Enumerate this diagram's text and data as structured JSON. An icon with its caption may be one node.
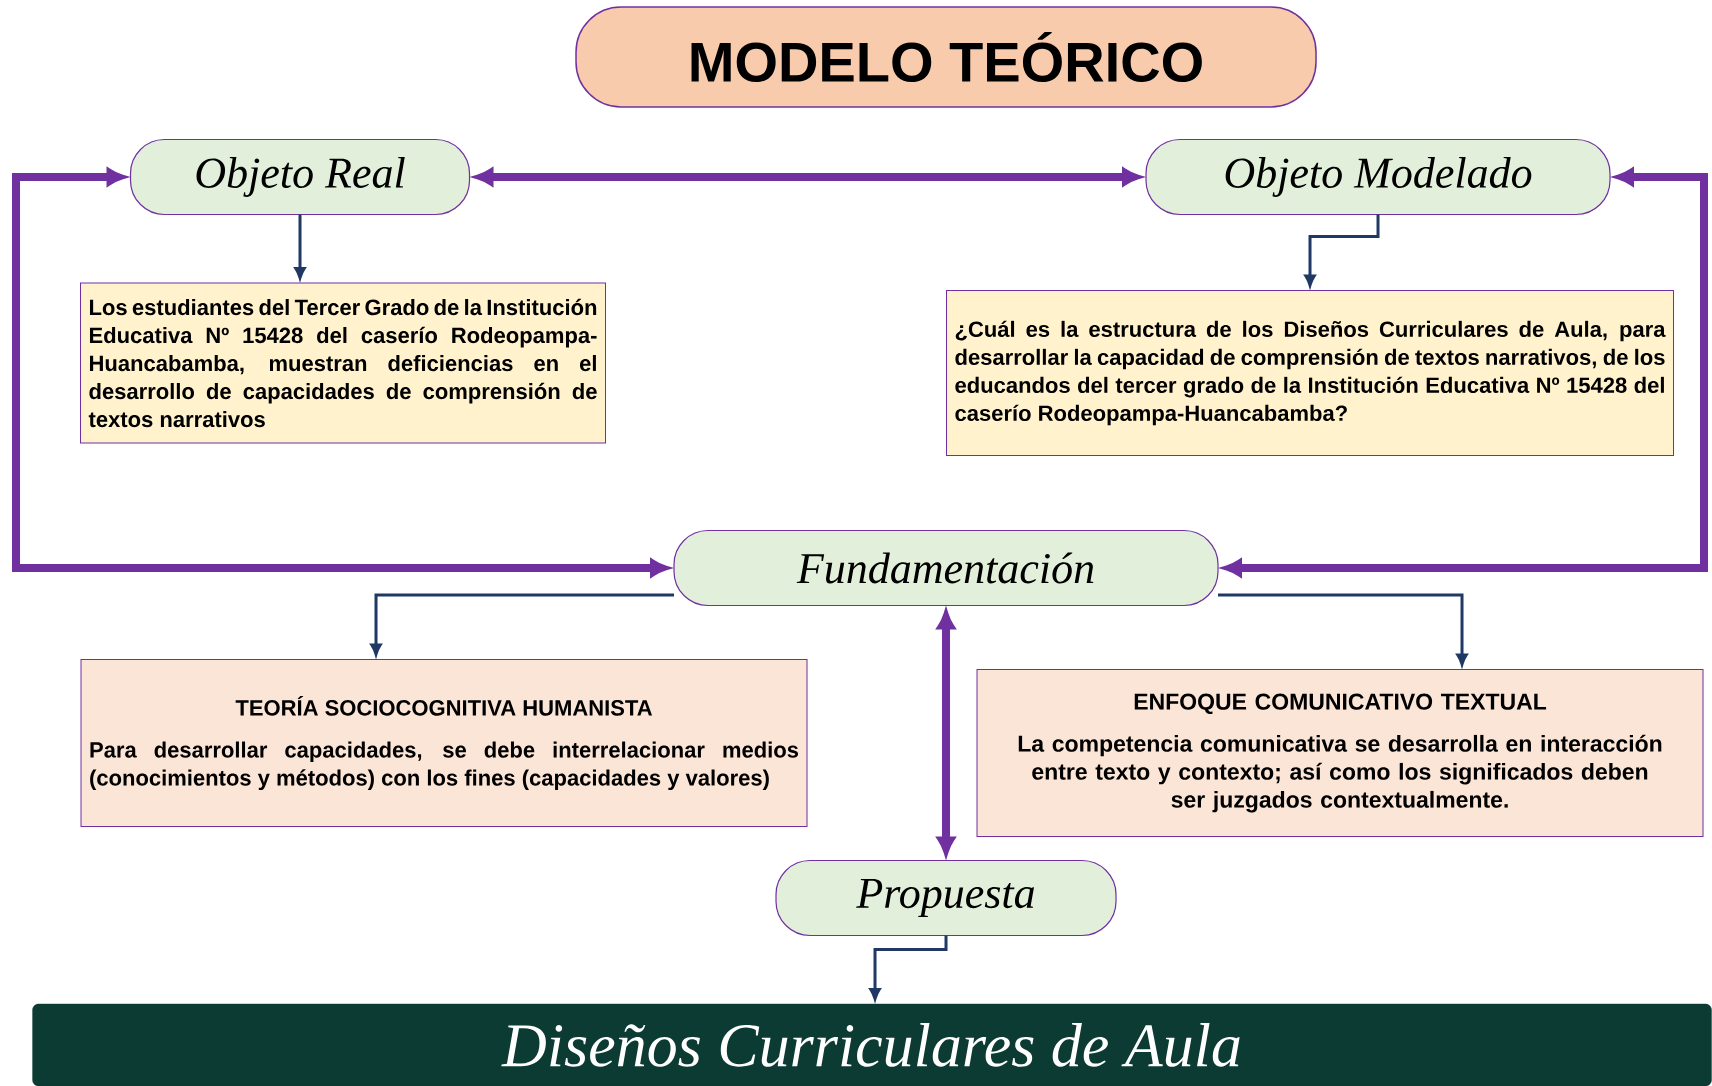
{
  "diagram": {
    "title": "MODELO TEÓRICO",
    "nodes": [
      {
        "text": [
          "Objeto Real"
        ]
      },
      {
        "text": [
          "Objeto Modelado"
        ]
      },
      {
        "text": [
          "Los estudiantes del Tercer Grado de la Institución Educativa Nº 15428 del caserío Rodeopampa-Huancabamba, muestran deficiencias en el desarrollo de capacidades de comprensión de textos narrativos"
        ]
      },
      {
        "text": [
          "¿Cuál es la estructura de los Diseños Curriculares de Aula, para desarrollar la capacidad de comprensión de textos narrativos, de los educandos del tercer grado de la Institución Educativa Nº 15428 del caserío Rodeopampa-Huancabamba?"
        ]
      },
      {
        "text": [
          "Fundamentación"
        ]
      },
      {
        "text": [
          "TEORÍA SOCIOCOGNITIVA HUMANISTA",
          "Para desarrollar capacidades, se debe interrelacionar medios (conocimientos y métodos) con los fines (capacidades y valores)"
        ]
      },
      {
        "text": [
          "ENFOQUE COMUNICATIVO TEXTUAL",
          "La competencia comunicativa se desarrolla en interacción entre texto y contexto; así como los significados deben ser juzgados contextualmente."
        ]
      },
      {
        "text": [
          "Propuesta"
        ]
      },
      {
        "text": [
          "Diseños Curriculares de Aula"
        ]
      }
    ],
    "edges": [
      {
        "from": 0,
        "to": 1,
        "arrow": "both",
        "style": "thick",
        "color": "#7030a0"
      },
      {
        "from": 0,
        "to": 2,
        "arrow": "to"
      },
      {
        "from": 1,
        "to": 3,
        "arrow": "to"
      },
      {
        "from": 0,
        "to": 4,
        "arrow": "both",
        "style": "thick",
        "color": "#7030a0"
      },
      {
        "from": 1,
        "to": 4,
        "arrow": "both",
        "style": "thick",
        "color": "#7030a0"
      },
      {
        "from": 4,
        "to": 5,
        "arrow": "to"
      },
      {
        "from": 4,
        "to": 6,
        "arrow": "to"
      },
      {
        "from": 4,
        "to": 7,
        "arrow": "both",
        "style": "thick",
        "color": "#7030a0"
      },
      {
        "from": 7,
        "to": 8,
        "arrow": "to"
      }
    ]
  }
}
